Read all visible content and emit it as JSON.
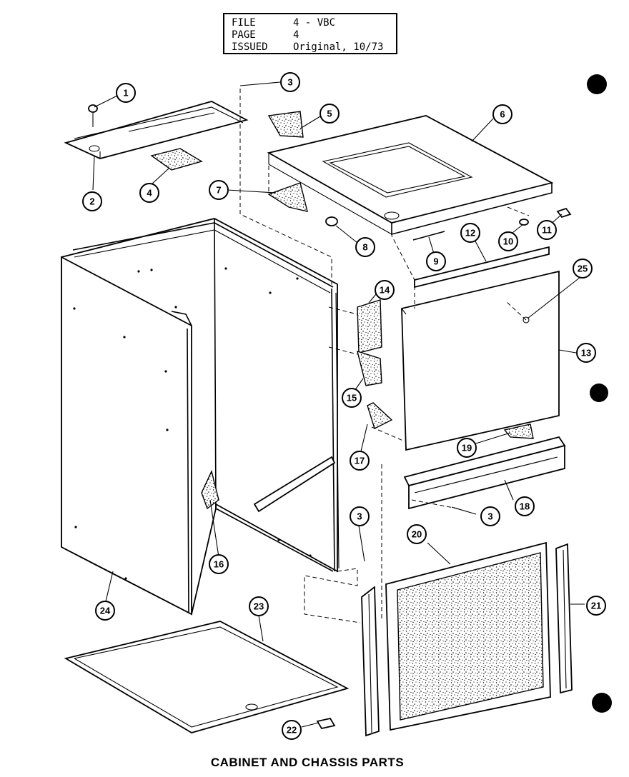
{
  "header": {
    "rows": [
      {
        "label": "FILE",
        "value": "4 - VBC"
      },
      {
        "label": "PAGE",
        "value": "4"
      },
      {
        "label": "ISSUED",
        "value": "Original, 10/73"
      }
    ]
  },
  "caption": "CABINET AND CHASSIS PARTS",
  "callouts": [
    "1",
    "2",
    "3",
    "4",
    "5",
    "6",
    "7",
    "8",
    "9",
    "10",
    "11",
    "12",
    "13",
    "14",
    "15",
    "16",
    "17",
    "18",
    "19",
    "20",
    "21",
    "22",
    "23",
    "24",
    "25",
    "3",
    "3"
  ]
}
